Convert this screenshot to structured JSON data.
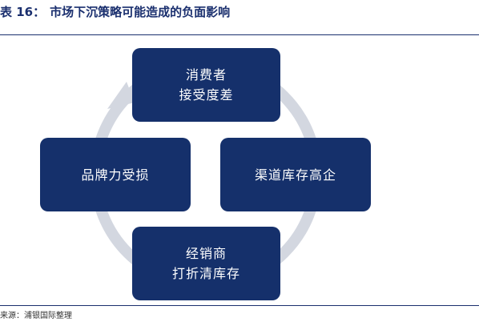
{
  "header": {
    "prefix": "表 16：",
    "title": "市场下沉策略可能造成的负面影响"
  },
  "diagram": {
    "boxes": {
      "top": [
        "消费者",
        "接受度差"
      ],
      "right": [
        "渠道库存高企"
      ],
      "bottom": [
        "经销商",
        "打折清库存"
      ],
      "left": [
        "品牌力受损"
      ]
    },
    "colors": {
      "box": "#15306b",
      "cycle_arrow": "#d3d7e0",
      "title": "#1a2f6e"
    }
  },
  "footer": {
    "source": "来源：浦银国际整理"
  }
}
